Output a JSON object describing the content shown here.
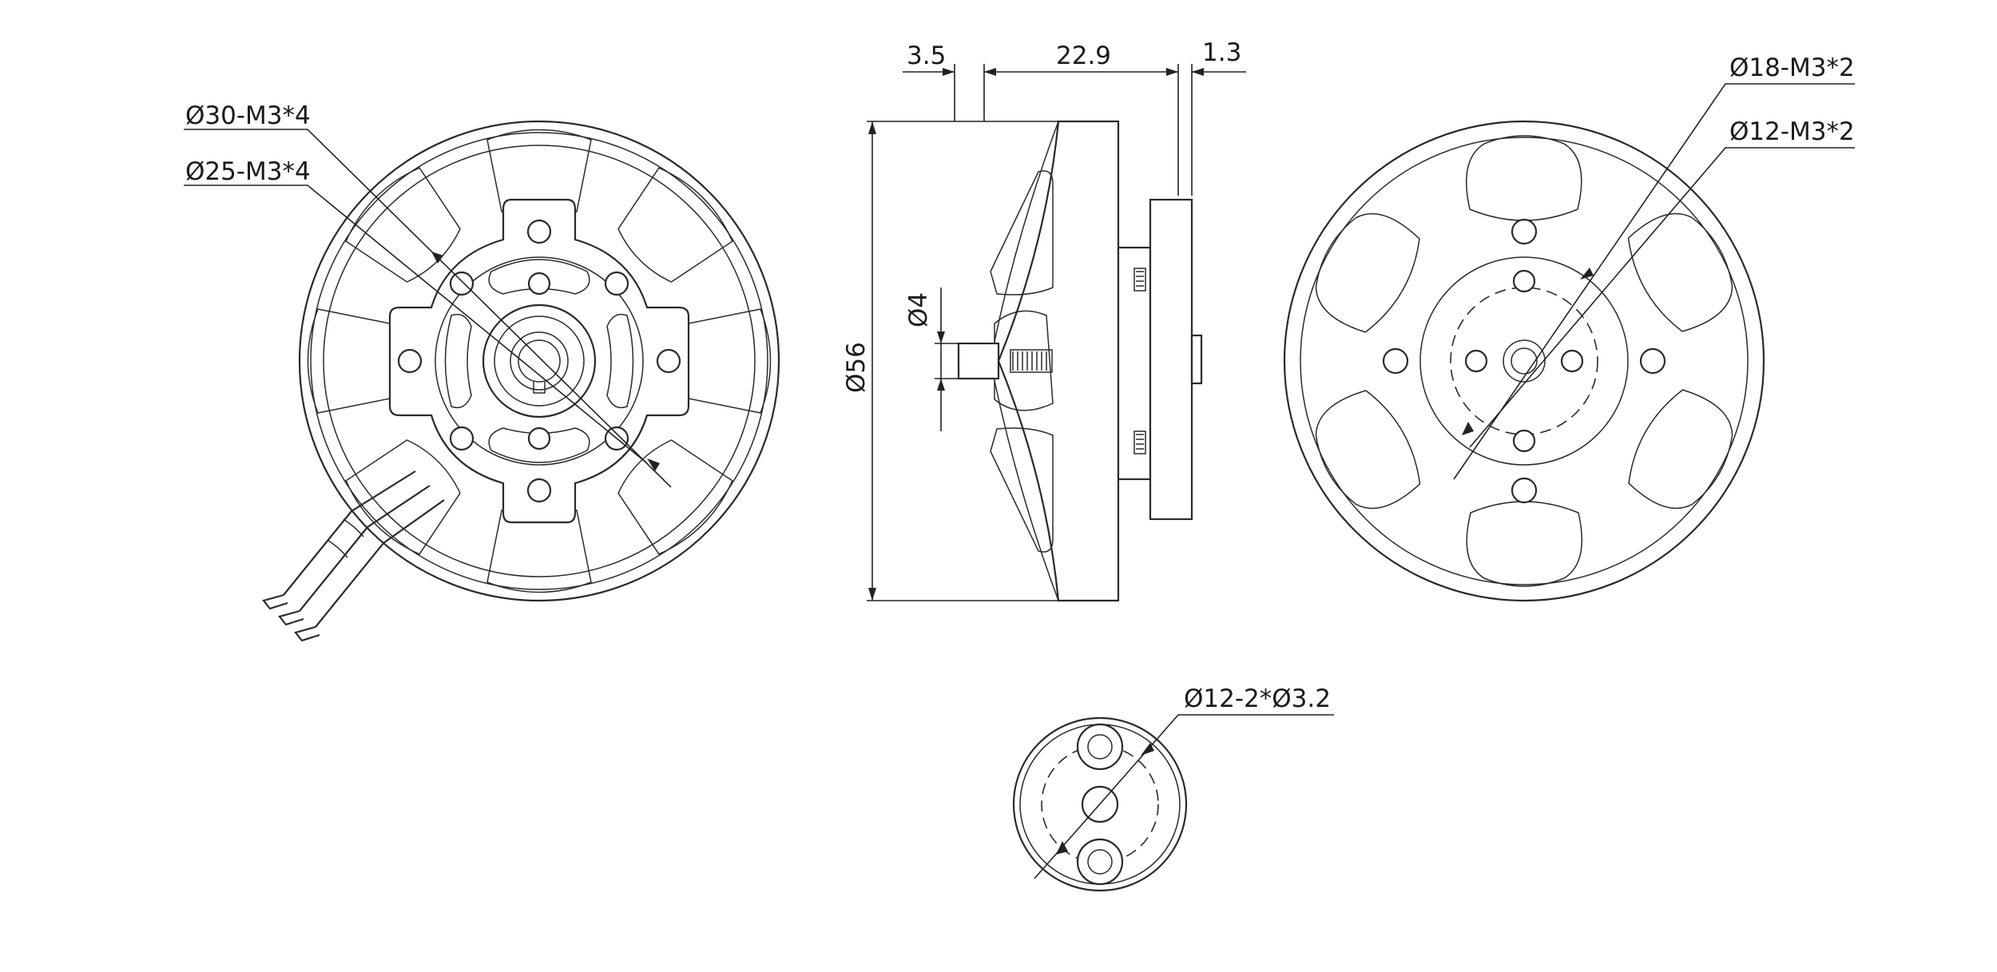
{
  "labels": {
    "front_pcd30": "Ø30-M3*4",
    "front_pcd25": "Ø25-M3*4",
    "side_dim_left": "3.5",
    "side_dim_body": "22.9",
    "side_dim_right": "1.3",
    "side_diameter": "Ø56",
    "side_shaft": "Ø4",
    "rear_pcd18": "Ø18-M3*2",
    "rear_pcd12": "Ø12-M3*2",
    "adapter": "Ø12-2*Ø3.2"
  }
}
